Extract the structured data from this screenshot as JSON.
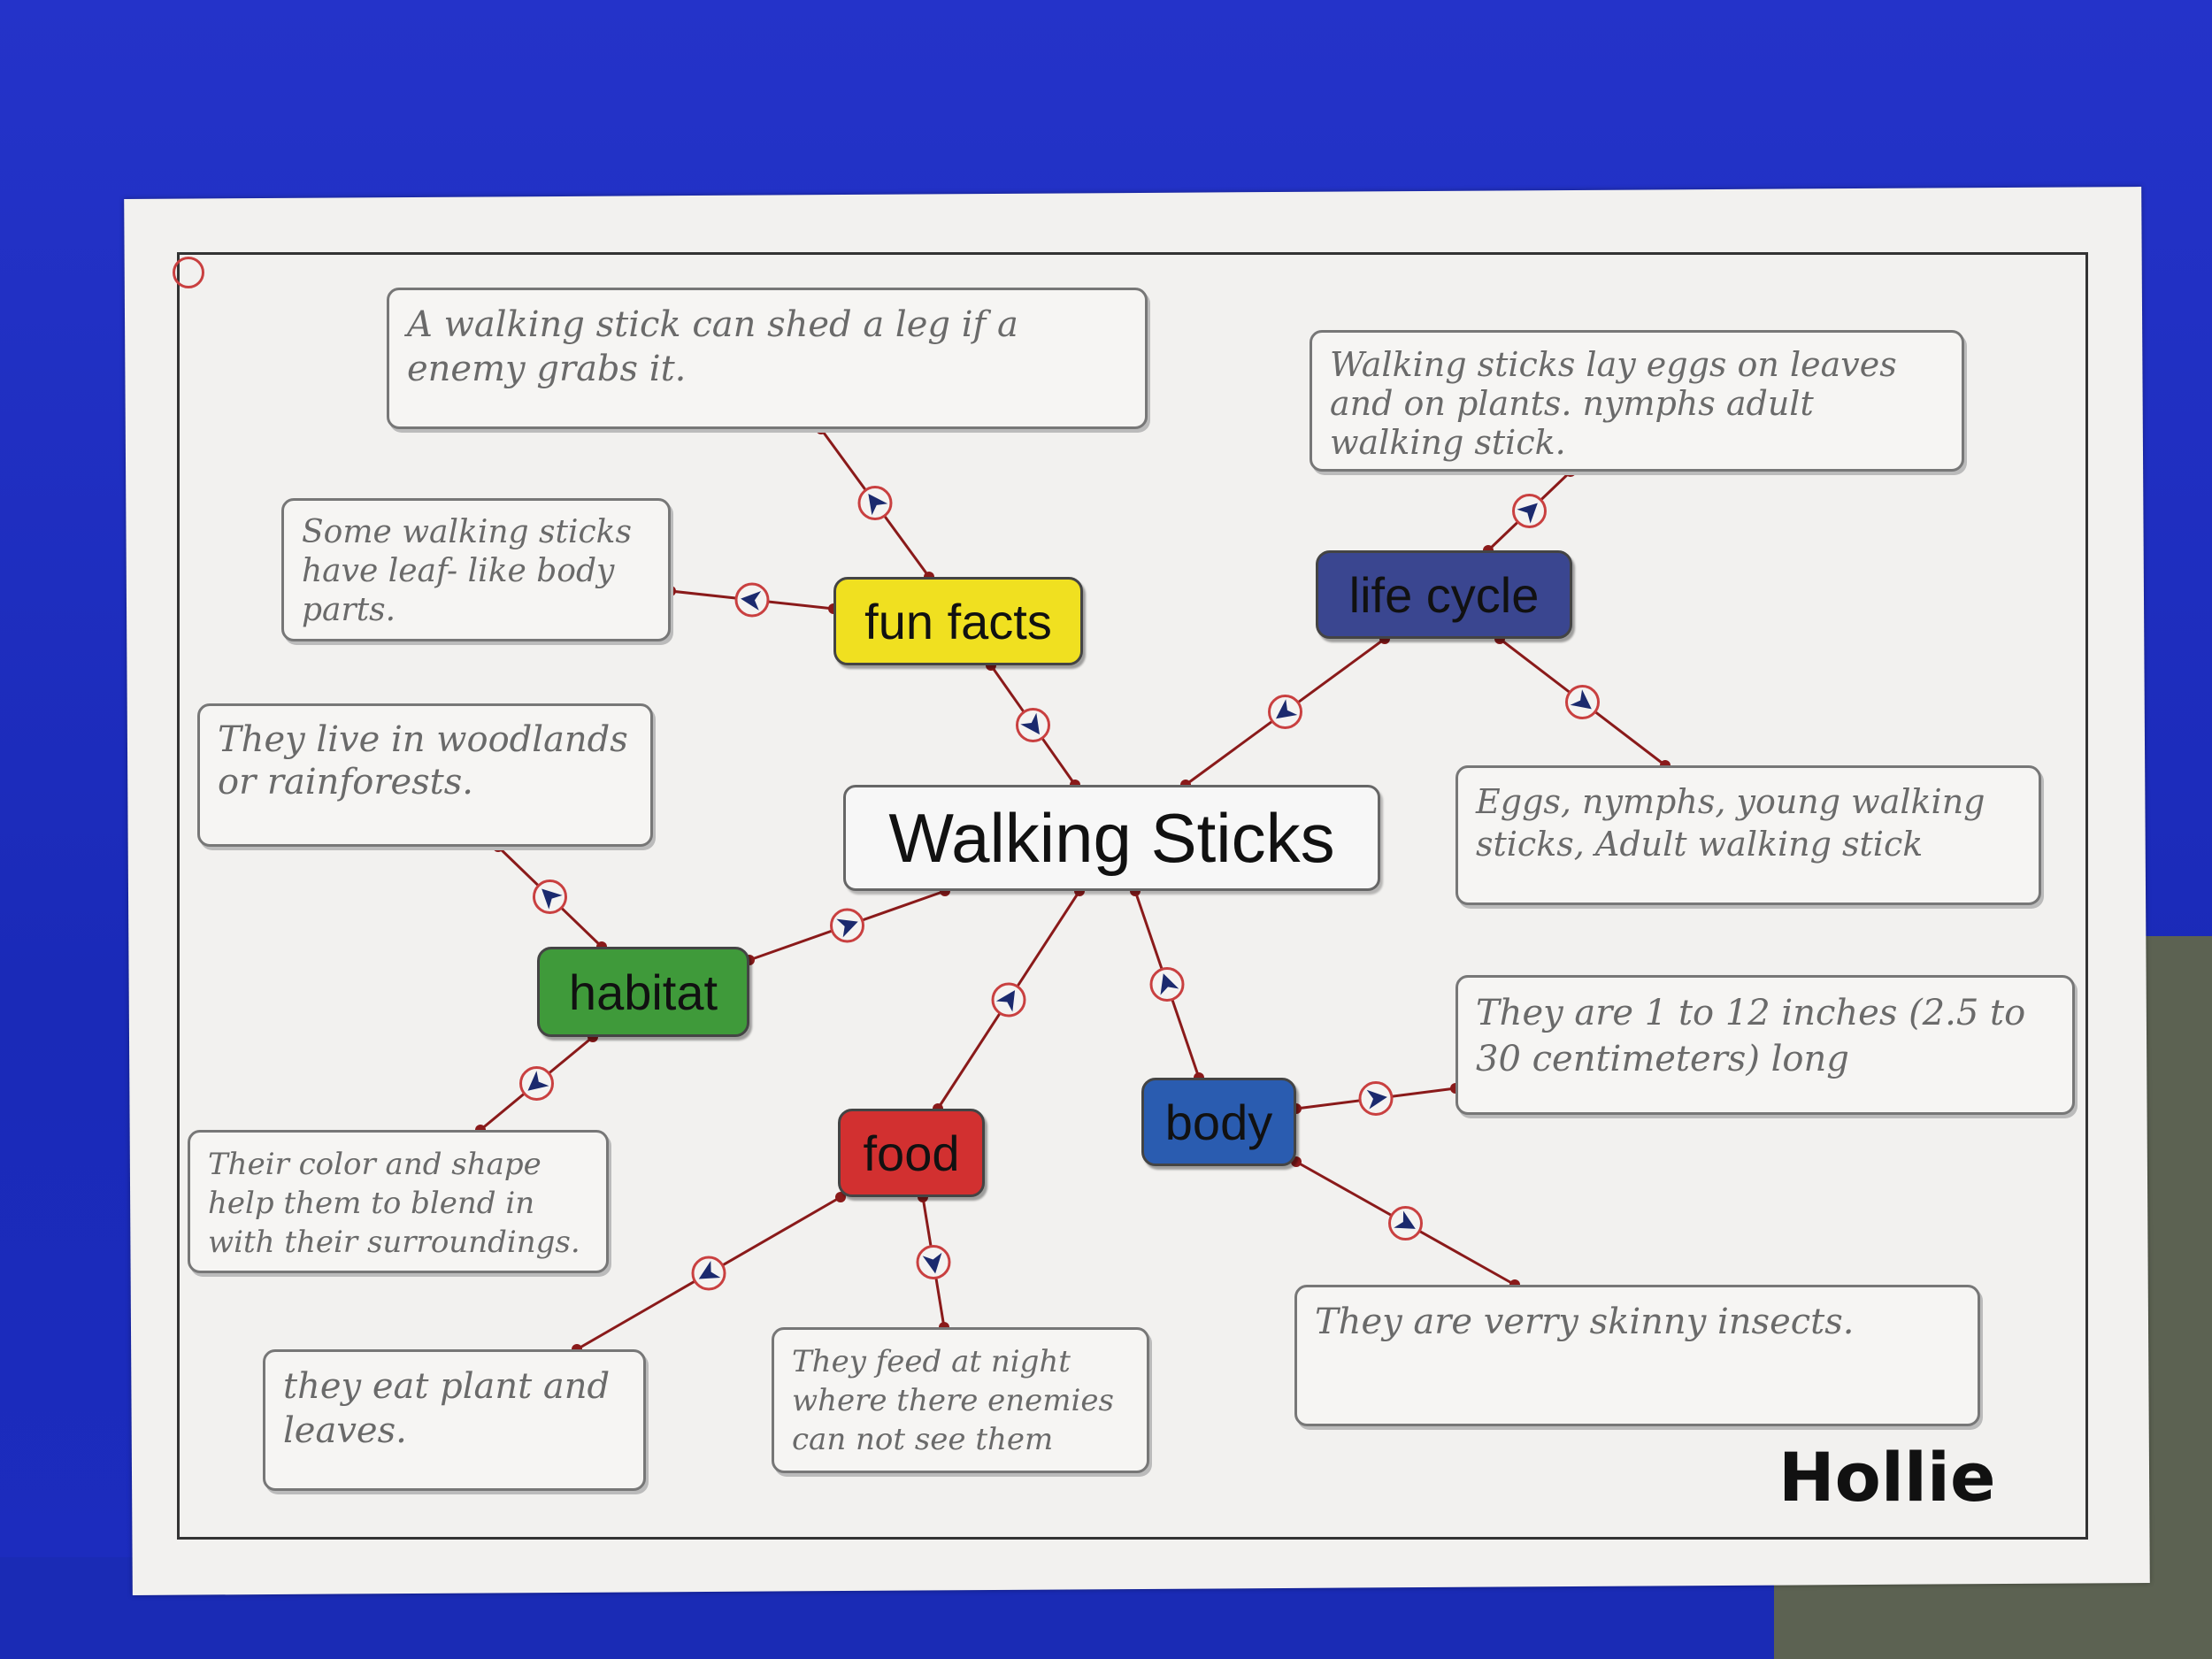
{
  "colors": {
    "wall": "#1f2fc4",
    "link": "#8a1a1a",
    "arrow_ring": "#c94040",
    "arrow_fill": "#1b2a6e",
    "fun_facts": "#f0e020",
    "life_cycle": "#3a4690",
    "habitat": "#3f9a3a",
    "food": "#d23030",
    "body": "#2a5cb0"
  },
  "central": {
    "label": "Walking Sticks"
  },
  "topics": {
    "fun_facts": "fun facts",
    "life_cycle": "life cycle",
    "habitat": "habitat",
    "food": "food",
    "body": "body"
  },
  "notes": {
    "shed_leg": "A walking stick can shed a leg if a enemy grabs it.",
    "leaf_parts": "Some walking sticks have leaf- like body parts.",
    "lay_eggs": "Walking sticks lay eggs on leaves and on plants. nymphs adult walking stick.",
    "stages": "Eggs, nymphs, young walking sticks, Adult walking stick",
    "live_in": "They live in woodlands or rainforests.",
    "colour_shape": "Their color and shape help them to blend in with their surroundings.",
    "length": "They are 1 to 12 inches (2.5 to 30 centimeters) long",
    "eat_plant": "they eat plant and leaves.",
    "feed_night": "They feed at night where there enemies can not see them",
    "skinny": "They are verry skinny insects."
  },
  "signature": "Hollie"
}
